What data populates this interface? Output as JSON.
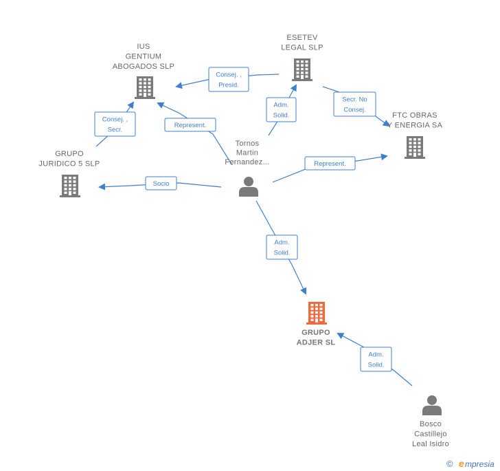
{
  "colors": {
    "company": "#7a7a7a",
    "focus_company": "#ee6a3a",
    "person": "#7a7a7a",
    "edge": "#3f7fd0"
  },
  "nodes": [
    {
      "id": "ius",
      "type": "company",
      "icon": "building-icon",
      "label_lines": [
        "IUS",
        "GENTIUM",
        "ABOGADOS  SLP"
      ]
    },
    {
      "id": "esetev",
      "type": "company",
      "icon": "building-icon",
      "label_lines": [
        "ESETEV",
        "LEGAL SLP"
      ]
    },
    {
      "id": "ftc",
      "type": "company",
      "icon": "building-icon",
      "label_lines": [
        "FTC OBRAS",
        "Y ENERGIA SA"
      ]
    },
    {
      "id": "grupo_juridico",
      "type": "company",
      "icon": "building-icon",
      "label_lines": [
        "GRUPO",
        "JURIDICO 5 SLP"
      ]
    },
    {
      "id": "tornos",
      "type": "person",
      "icon": "person-icon",
      "label_lines": [
        "Tornos",
        "Martin",
        "Fernandez..."
      ]
    },
    {
      "id": "adjer",
      "type": "focus_company",
      "icon": "building-icon",
      "label_lines": [
        "GRUPO",
        "ADJER  SL"
      ]
    },
    {
      "id": "bosco",
      "type": "person",
      "icon": "person-icon",
      "label_lines": [
        "Bosco",
        "Castillejo",
        "Leal Isidro"
      ]
    }
  ],
  "edges": [
    {
      "from": "esetev",
      "to": "ius",
      "label_lines": [
        "Consej. ,",
        "Presid."
      ]
    },
    {
      "from": "grupo_juridico",
      "to": "ius",
      "label_lines": [
        "Consej. ,",
        "Secr."
      ]
    },
    {
      "from": "tornos",
      "to": "ius",
      "label_lines": [
        "Represent."
      ]
    },
    {
      "from": "tornos",
      "to": "esetev",
      "label_lines": [
        "Adm.",
        "Solid."
      ]
    },
    {
      "from": "esetev",
      "to": "ftc",
      "label_lines": [
        "Secr.  No",
        "Consej."
      ]
    },
    {
      "from": "tornos",
      "to": "ftc",
      "label_lines": [
        "Represent."
      ]
    },
    {
      "from": "tornos",
      "to": "grupo_juridico",
      "label_lines": [
        "Socio"
      ]
    },
    {
      "from": "tornos",
      "to": "adjer",
      "label_lines": [
        "Adm.",
        "Solid."
      ]
    },
    {
      "from": "bosco",
      "to": "adjer",
      "label_lines": [
        "Adm.",
        "Solid."
      ]
    }
  ],
  "brand": {
    "symbol": "©",
    "initial": "e",
    "name": "mpresia"
  }
}
